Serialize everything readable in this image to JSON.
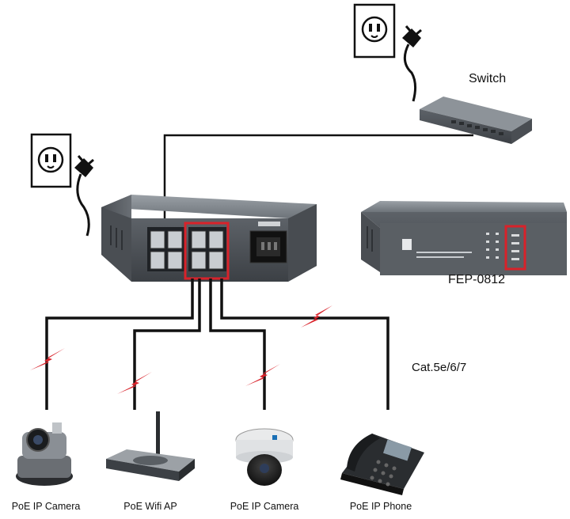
{
  "labels": {
    "switch": "Switch",
    "model": "FEP-0812",
    "cable": "Cat.5e/6/7"
  },
  "devices": [
    {
      "label": "PoE IP Camera",
      "icon": "ptz-camera-icon"
    },
    {
      "label": "PoE Wifi AP",
      "icon": "wifi-router-icon"
    },
    {
      "label": "PoE IP Camera",
      "icon": "dome-camera-icon"
    },
    {
      "label": "PoE IP Phone",
      "icon": "ip-phone-icon"
    }
  ],
  "icons": {
    "outlet": "power-outlet-icon",
    "plug": "power-plug-icon",
    "lightning": "lightning-bolt-icon"
  },
  "colors": {
    "highlight": "#d8222a",
    "lightning": "#d8222a",
    "cable": "#111111",
    "device_body": "#55595e"
  }
}
